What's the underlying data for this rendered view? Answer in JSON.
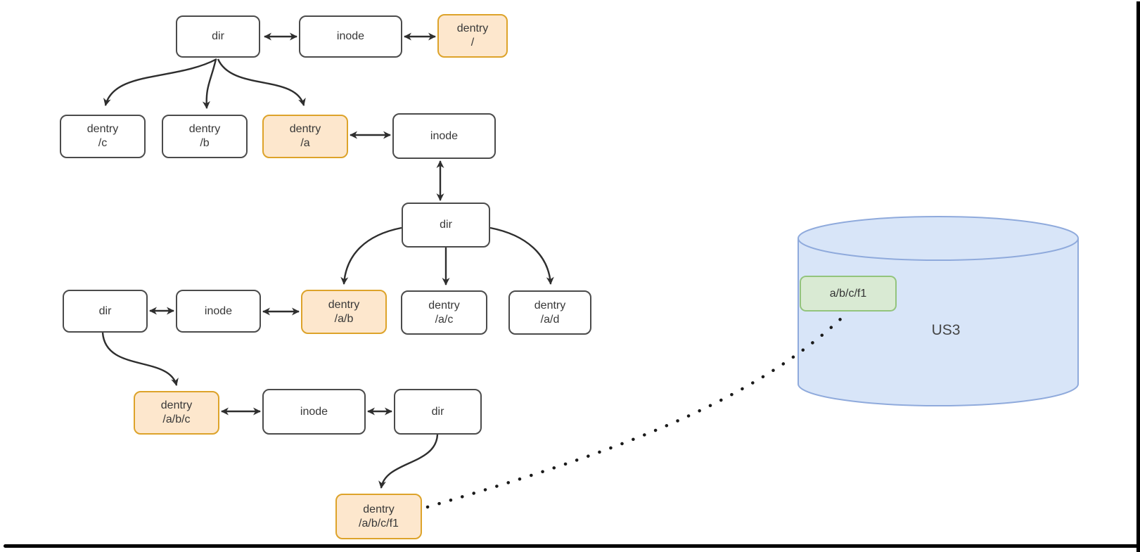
{
  "nodes": {
    "root_dir": {
      "label": "dir"
    },
    "root_inode": {
      "label": "inode"
    },
    "dentry_root": {
      "label": "dentry",
      "path": "/"
    },
    "dentry_c": {
      "label": "dentry",
      "path": "/c"
    },
    "dentry_b": {
      "label": "dentry",
      "path": "/b"
    },
    "dentry_a": {
      "label": "dentry",
      "path": "/a"
    },
    "a_inode": {
      "label": "inode"
    },
    "a_dir": {
      "label": "dir"
    },
    "b_dir": {
      "label": "dir"
    },
    "b_inode": {
      "label": "inode"
    },
    "dentry_ab": {
      "label": "dentry",
      "path": "/a/b"
    },
    "dentry_ac": {
      "label": "dentry",
      "path": "/a/c"
    },
    "dentry_ad": {
      "label": "dentry",
      "path": "/a/d"
    },
    "dentry_abc": {
      "label": "dentry",
      "path": "/a/b/c"
    },
    "c_inode": {
      "label": "inode"
    },
    "c_dir": {
      "label": "dir"
    },
    "dentry_abcf1": {
      "label": "dentry",
      "path": "/a/b/c/f1"
    }
  },
  "storage": {
    "label": "US3",
    "object_label": "a/b/c/f1"
  },
  "edges": [
    {
      "from": "root_dir",
      "to": "root_inode",
      "style": "double-arrow"
    },
    {
      "from": "root_inode",
      "to": "dentry_root",
      "style": "double-arrow"
    },
    {
      "from": "root_dir",
      "to": "dentry_c",
      "style": "arrow"
    },
    {
      "from": "root_dir",
      "to": "dentry_b",
      "style": "arrow"
    },
    {
      "from": "root_dir",
      "to": "dentry_a",
      "style": "arrow"
    },
    {
      "from": "dentry_a",
      "to": "a_inode",
      "style": "double-arrow"
    },
    {
      "from": "a_inode",
      "to": "a_dir",
      "style": "double-arrow"
    },
    {
      "from": "a_dir",
      "to": "dentry_ab",
      "style": "arrow"
    },
    {
      "from": "a_dir",
      "to": "dentry_ac",
      "style": "arrow"
    },
    {
      "from": "a_dir",
      "to": "dentry_ad",
      "style": "arrow"
    },
    {
      "from": "b_dir",
      "to": "b_inode",
      "style": "double-arrow"
    },
    {
      "from": "b_inode",
      "to": "dentry_ab",
      "style": "double-arrow"
    },
    {
      "from": "b_dir",
      "to": "dentry_abc",
      "style": "arrow"
    },
    {
      "from": "dentry_abc",
      "to": "c_inode",
      "style": "double-arrow"
    },
    {
      "from": "c_inode",
      "to": "c_dir",
      "style": "double-arrow"
    },
    {
      "from": "c_dir",
      "to": "dentry_abcf1",
      "style": "arrow"
    },
    {
      "from": "dentry_abcf1",
      "to": "storage_object",
      "style": "dotted"
    }
  ],
  "colors": {
    "highlight_fill": "#fde7cd",
    "highlight_border": "#dda32a",
    "plain_border": "#4b4b4b",
    "arrow": "#2e2e2e",
    "cylinder_fill": "#d8e5f8",
    "cylinder_border": "#8faadc",
    "object_fill": "#d9ead3",
    "object_border": "#93c47d",
    "text": "#383838"
  }
}
